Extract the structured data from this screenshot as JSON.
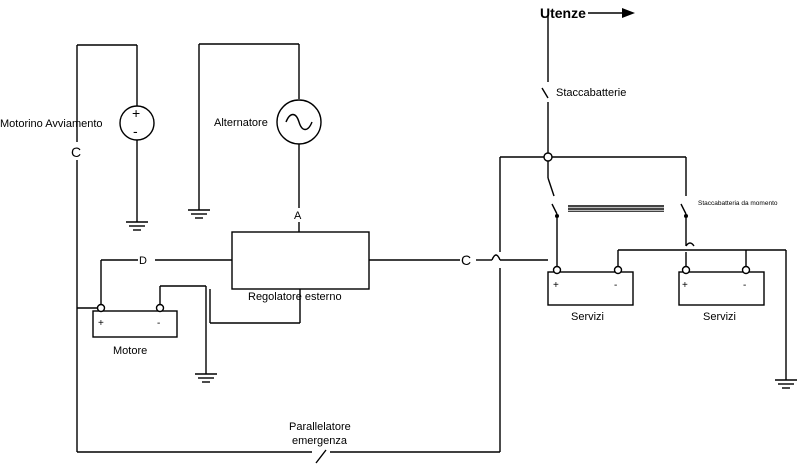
{
  "labels": {
    "utenze": "Utenze",
    "staccabatterie": "Staccabatterie",
    "staccabatterie_momento": "Staccabatteria da momento",
    "motorino": "Motorino Avviamento",
    "alternatore": "Alternatore",
    "regolatore": "Regolatore esterno",
    "motore": "Motore",
    "servizi_1": "Servizi",
    "servizi_2": "Servizi",
    "parallelatore_line1": "Parallelatore",
    "parallelatore_line2": "emergenza",
    "node_c_left": "C",
    "node_c_mid": "C",
    "node_a": "A",
    "node_d": "D",
    "plus": "+",
    "minus": "-"
  }
}
